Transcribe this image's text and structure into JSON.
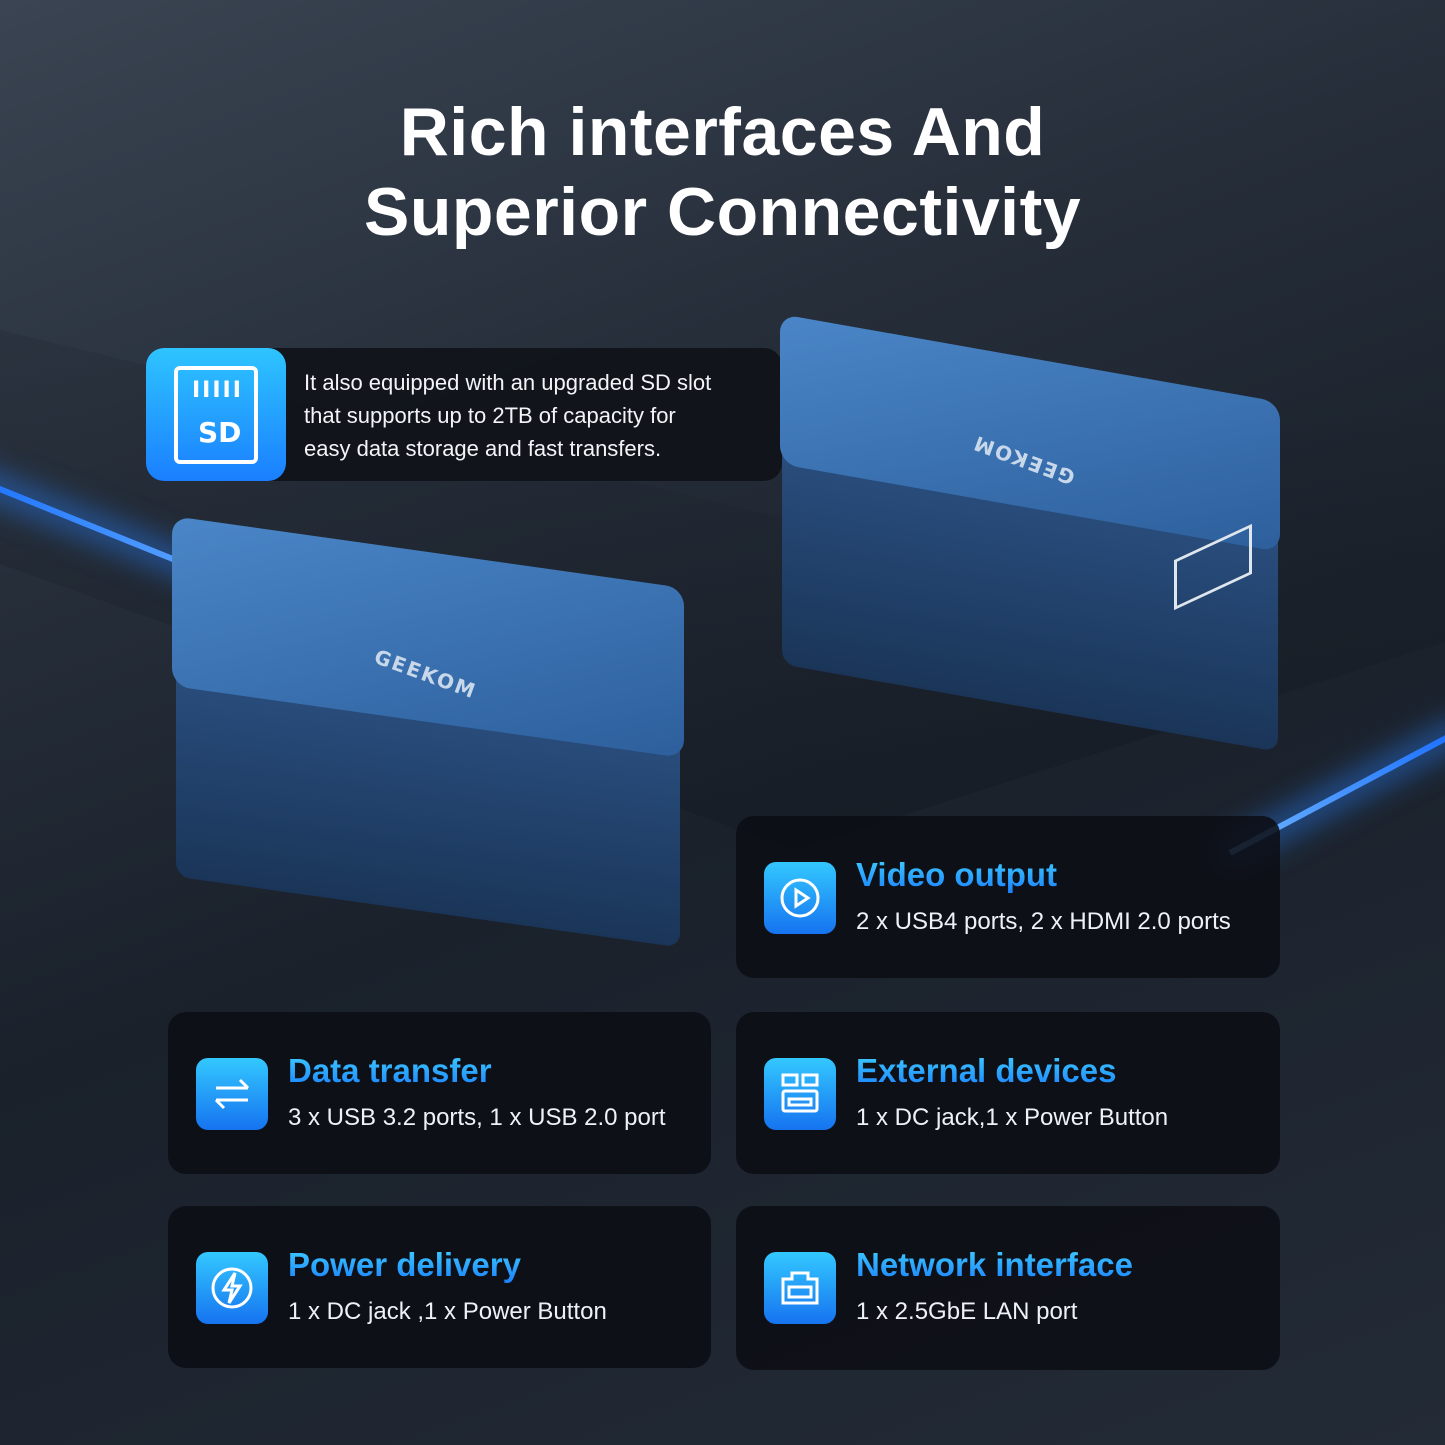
{
  "headline": {
    "line1": "Rich interfaces And",
    "line2": "Superior Connectivity"
  },
  "sd_callout": {
    "icon": "sd-card-icon",
    "icon_label": "SD",
    "lines": [
      "It also equipped with an upgraded SD slot",
      "that supports up to 2TB of capacity for",
      "easy data storage and fast transfers."
    ]
  },
  "product": {
    "logo": "GEEKOM"
  },
  "features": [
    {
      "icon": "play-icon",
      "title": "Video output",
      "desc": "2 x USB4 ports, 2 x HDMI 2.0 ports"
    },
    {
      "icon": "arrows-exchange-icon",
      "title": "Data transfer",
      "desc": "3 x USB 3.2 ports, 1 x USB 2.0 port"
    },
    {
      "icon": "devices-icon",
      "title": "External devices",
      "desc": "1 x DC jack,1 x Power Button"
    },
    {
      "icon": "lightning-icon",
      "title": "Power delivery",
      "desc": "1 x DC jack ,1 x Power Button"
    },
    {
      "icon": "ethernet-port-icon",
      "title": "Network interface",
      "desc": "1 x 2.5GbE LAN port"
    }
  ],
  "colors": {
    "accent": "#1a8fff",
    "card_bg": "#0e1016"
  }
}
